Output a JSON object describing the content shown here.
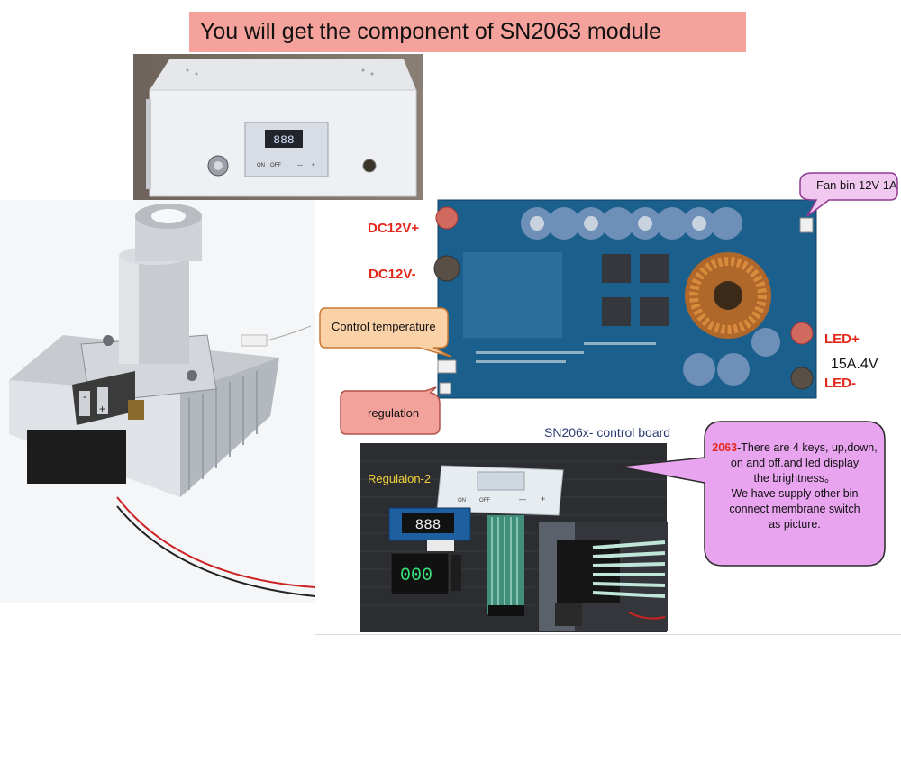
{
  "header": {
    "title": "You will get the component of SN2063 module"
  },
  "board": {
    "dc_plus": "DC12V+",
    "dc_minus": "DC12V-",
    "led_plus": "LED+",
    "led_minus": "LED-",
    "current": "15A.4V",
    "fan": "Fan bin 12V 1A",
    "control_temp": "Control temperature",
    "regulation": "regulation"
  },
  "control": {
    "title": "SN206x- control board",
    "regulation2": "Regulaion-2",
    "display_digits": "888",
    "green_digits": "000",
    "membrane_keys": [
      "ON",
      "OFF",
      "—",
      "+"
    ]
  },
  "note": {
    "model": "2063",
    "line1": "-There are 4 keys, up,down,",
    "line2": "on and off.and led display",
    "line3": "the brightness。",
    "line4": "We have supply other bin",
    "line5": "connect  membrane switch",
    "line6": "as picture."
  },
  "enclosure": {
    "digits": "888",
    "keys": [
      "ON",
      "OFF",
      "—",
      "+"
    ]
  },
  "module": {
    "minus": "-",
    "plus": "+"
  }
}
